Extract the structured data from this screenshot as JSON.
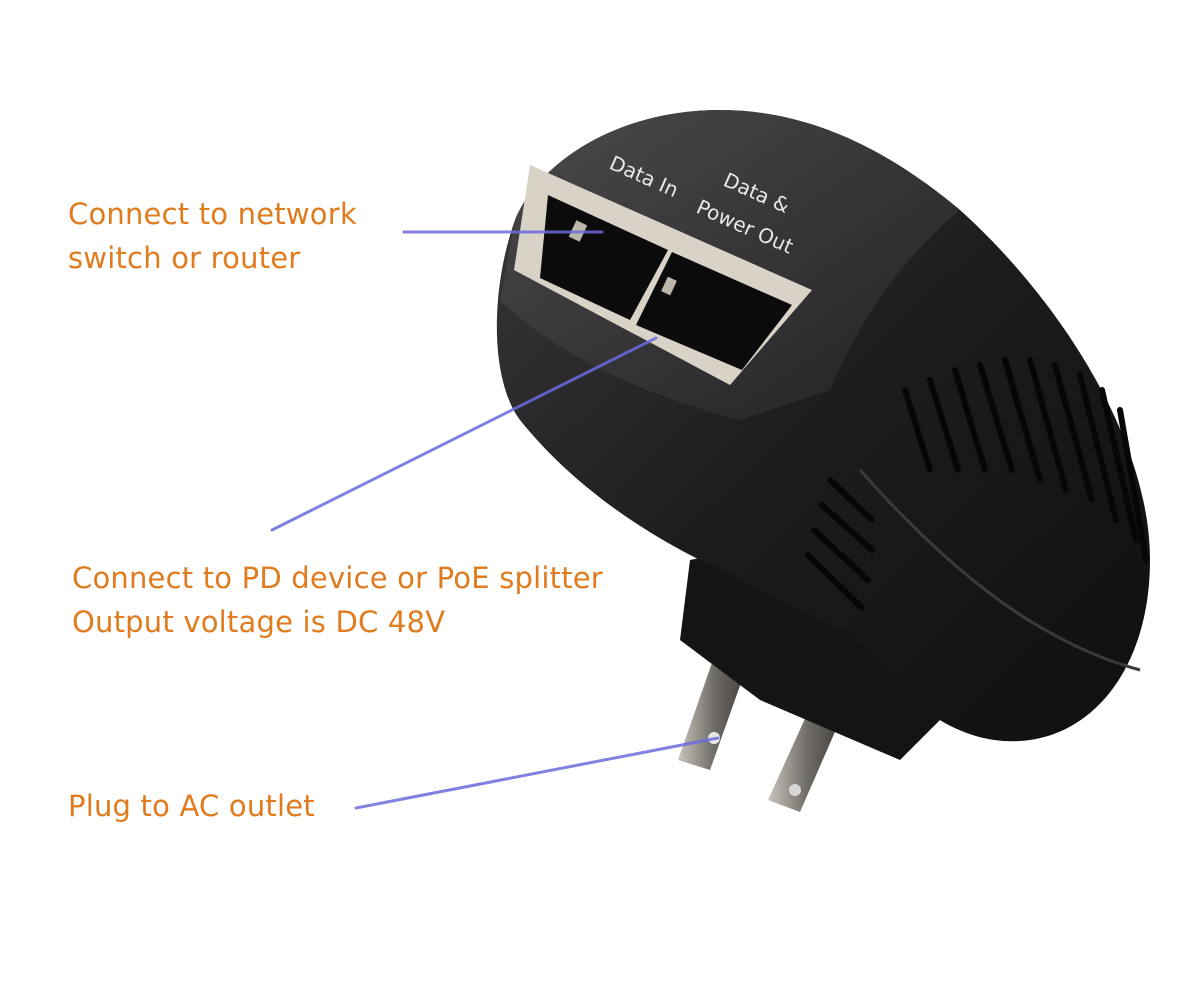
{
  "image": {
    "subject": "PoE injector power adapter",
    "background_color": "#ffffff"
  },
  "device": {
    "port_labels": {
      "left_port": "Data In",
      "right_port_line1": "Data &",
      "right_port_line2": "Power Out"
    },
    "body_color": "#1a1a1c",
    "port_frame_color": "#d9d3c7",
    "prong_color": "#8a8580"
  },
  "callouts": {
    "network": {
      "line1": "Connect to network",
      "line2": "switch or router"
    },
    "pd_device": {
      "line1": "Connect to PD device or PoE splitter",
      "line2": "Output voltage is DC 48V"
    },
    "ac_outlet": {
      "line1": "Plug to AC outlet"
    }
  },
  "colors": {
    "callout_text": "#e07b1e",
    "leader_line": "#6b6bdc"
  }
}
